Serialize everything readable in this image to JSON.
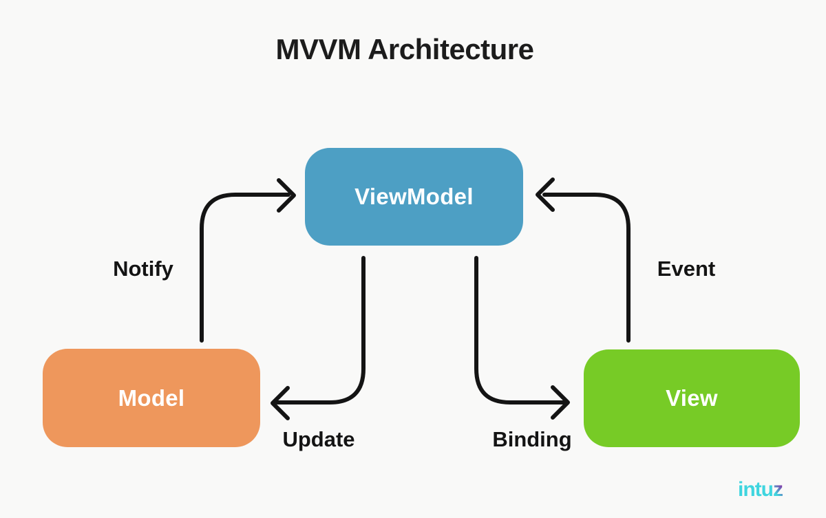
{
  "title": "MVVM Architecture",
  "diagram": {
    "type": "architecture-flow",
    "nodes": [
      {
        "id": "viewmodel",
        "label": "ViewModel",
        "color": "#4D9FC4"
      },
      {
        "id": "model",
        "label": "Model",
        "color": "#EE975C"
      },
      {
        "id": "view",
        "label": "View",
        "color": "#77CB26"
      }
    ],
    "edges": [
      {
        "label": "Notify",
        "from": "model",
        "to": "viewmodel"
      },
      {
        "label": "Update",
        "from": "viewmodel",
        "to": "model"
      },
      {
        "label": "Binding",
        "from": "viewmodel",
        "to": "view"
      },
      {
        "label": "Event",
        "from": "view",
        "to": "viewmodel"
      }
    ]
  },
  "logo": {
    "text": "intuz",
    "part1": "intu",
    "part2": "z",
    "cyan": "#3FD5DF",
    "purple": "#8434A6"
  },
  "colors": {
    "background": "#F9F9F8",
    "arrow": "#141414",
    "title_text": "#1C1C1C",
    "node_text": "#FFFFFF",
    "label_text": "#141414"
  }
}
